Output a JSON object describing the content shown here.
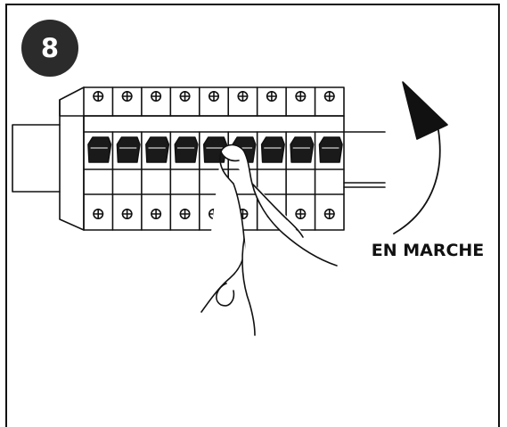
{
  "step": {
    "number": "8"
  },
  "caption": {
    "text": "EN MARCHE"
  },
  "breakers": {
    "count": 9
  },
  "colors": {
    "ink": "#111111",
    "badge": "#2b2b2b",
    "paper": "#ffffff"
  }
}
